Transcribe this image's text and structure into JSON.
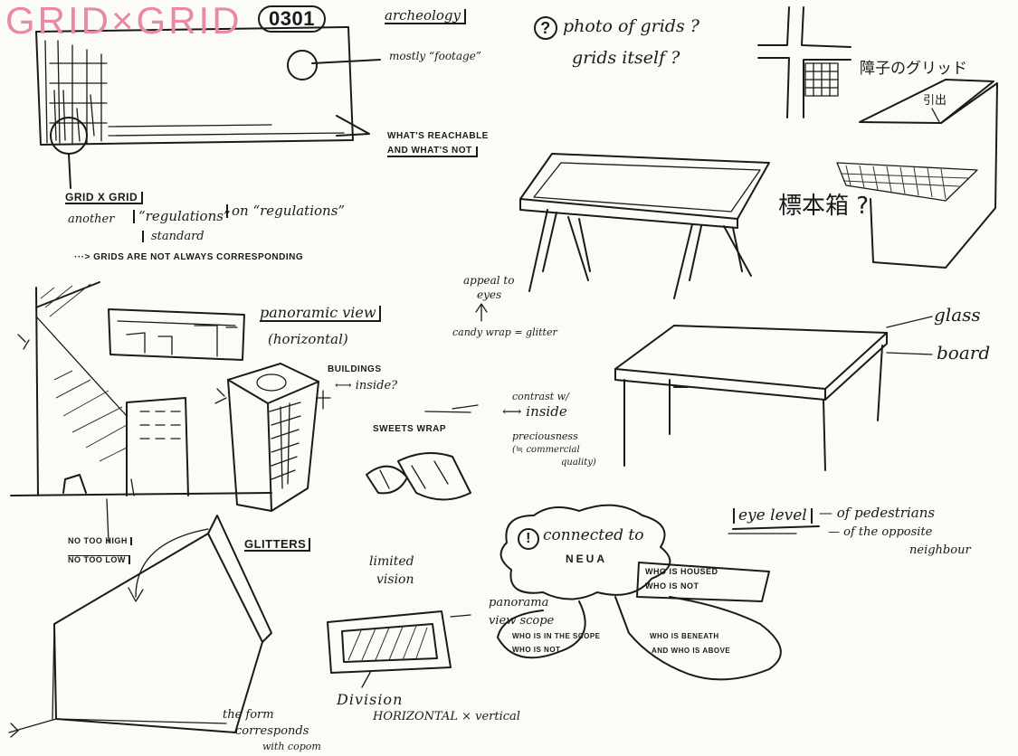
{
  "header": {
    "title": "GRID×GRID",
    "date": "0301",
    "archeology": "archeology",
    "mostly_footage": "mostly “footage”"
  },
  "questions": {
    "icon": "?",
    "photo_of_grids": "photo of grids ?",
    "grids_itself": "grids itself ?"
  },
  "reachable": {
    "line1": "WHAT'S REACHABLE",
    "line2": "AND WHAT'S NOT"
  },
  "grid_notes": {
    "title": "GRID X GRID",
    "another": "another",
    "regulations": "“regulations”",
    "on_regulations": "on “regulations”",
    "standard": "standard",
    "not_corresponding": "···> GRIDS ARE NOT ALWAYS CORRESPONDING"
  },
  "japanese": {
    "shoji_grid": "障子のグリッド",
    "specimen_box": "標本箱 ?",
    "drawer": "引出"
  },
  "panorama": {
    "title": "panoramic view",
    "sub": "(horizontal)"
  },
  "buildings": {
    "label": "BUILDINGS",
    "inside": "⟷ inside?"
  },
  "candy": {
    "appeal": "appeal to",
    "eyes": "eyes",
    "candy_wrap": "candy wrap = glitter"
  },
  "sweets": {
    "label": "SWEETS WRAP",
    "contrast": "contrast w/",
    "inside": "⟷ inside",
    "preciousness": "preciousness",
    "commercial": "(≒ commercial",
    "quality": "quality)"
  },
  "table": {
    "glass": "glass",
    "board": "board"
  },
  "height": {
    "line1": "NO TOO HIGH",
    "line2": "NO TOO LOW"
  },
  "glitters": "GLITTERS",
  "eye_level": {
    "label": "eye level",
    "of_pedestrians": "— of pedestrians",
    "of_neighbour": "— of the opposite",
    "neighbour": "neighbour"
  },
  "connected": {
    "icon": "!",
    "text": "connected to",
    "name": "NEUA"
  },
  "housed": {
    "line1": "WHO IS HOUSED",
    "line2": "WHO IS NOT"
  },
  "limited": {
    "line1": "limited",
    "line2": "vision"
  },
  "panorama_scope": {
    "line1": "panorama",
    "line2": "view scope"
  },
  "scope": {
    "line1": "WHO IS IN THE SCOPE",
    "line2": "WHO IS NOT"
  },
  "beneath": {
    "line1": "WHO IS BENEATH",
    "line2": "AND WHO IS ABOVE"
  },
  "division": {
    "line1": "Division",
    "line2": "HORIZONTAL × vertical"
  },
  "form": {
    "line1": "the form",
    "line2": "corresponds",
    "line3": "with copom"
  }
}
